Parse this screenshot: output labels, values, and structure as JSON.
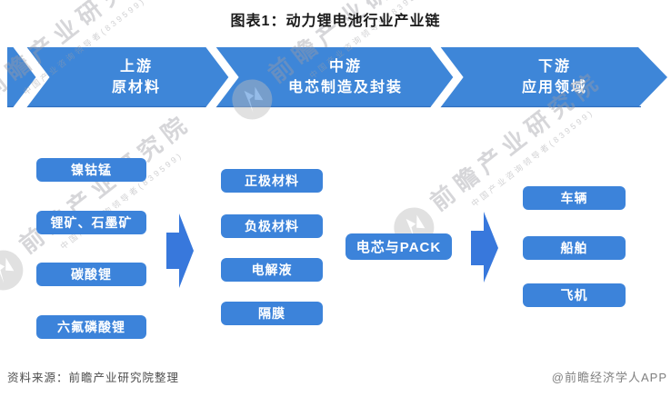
{
  "title": "图表1：动力锂电池行业产业链",
  "banner": {
    "segments": [
      {
        "line1": "上游",
        "line2": "原材料"
      },
      {
        "line1": "中游",
        "line2": "电芯制造及封装"
      },
      {
        "line1": "下游",
        "line2": "应用领域"
      }
    ]
  },
  "columns": {
    "upstream": {
      "items": [
        "镍钴锰",
        "锂矿、石墨矿",
        "碳酸锂",
        "六氟磷酸锂"
      ]
    },
    "midstream": {
      "items": [
        "正极材料",
        "负极材料",
        "电解液",
        "隔膜"
      ],
      "pack": "电芯与PACK"
    },
    "downstream": {
      "items": [
        "车辆",
        "船舶",
        "飞机"
      ]
    }
  },
  "watermark": {
    "text": "前瞻产业研究院",
    "subtext": "中国产业咨询领导者(839599)"
  },
  "footer": {
    "source": "资料来源：前瞻产业研究院整理",
    "credit": "@前瞻经济学人APP"
  },
  "colors": {
    "band": "#3E86D8",
    "band_edge": "#2F6FC0",
    "box": "#3C83DA",
    "arrow": "#3878DC",
    "watermark": "#9E9EA4"
  }
}
